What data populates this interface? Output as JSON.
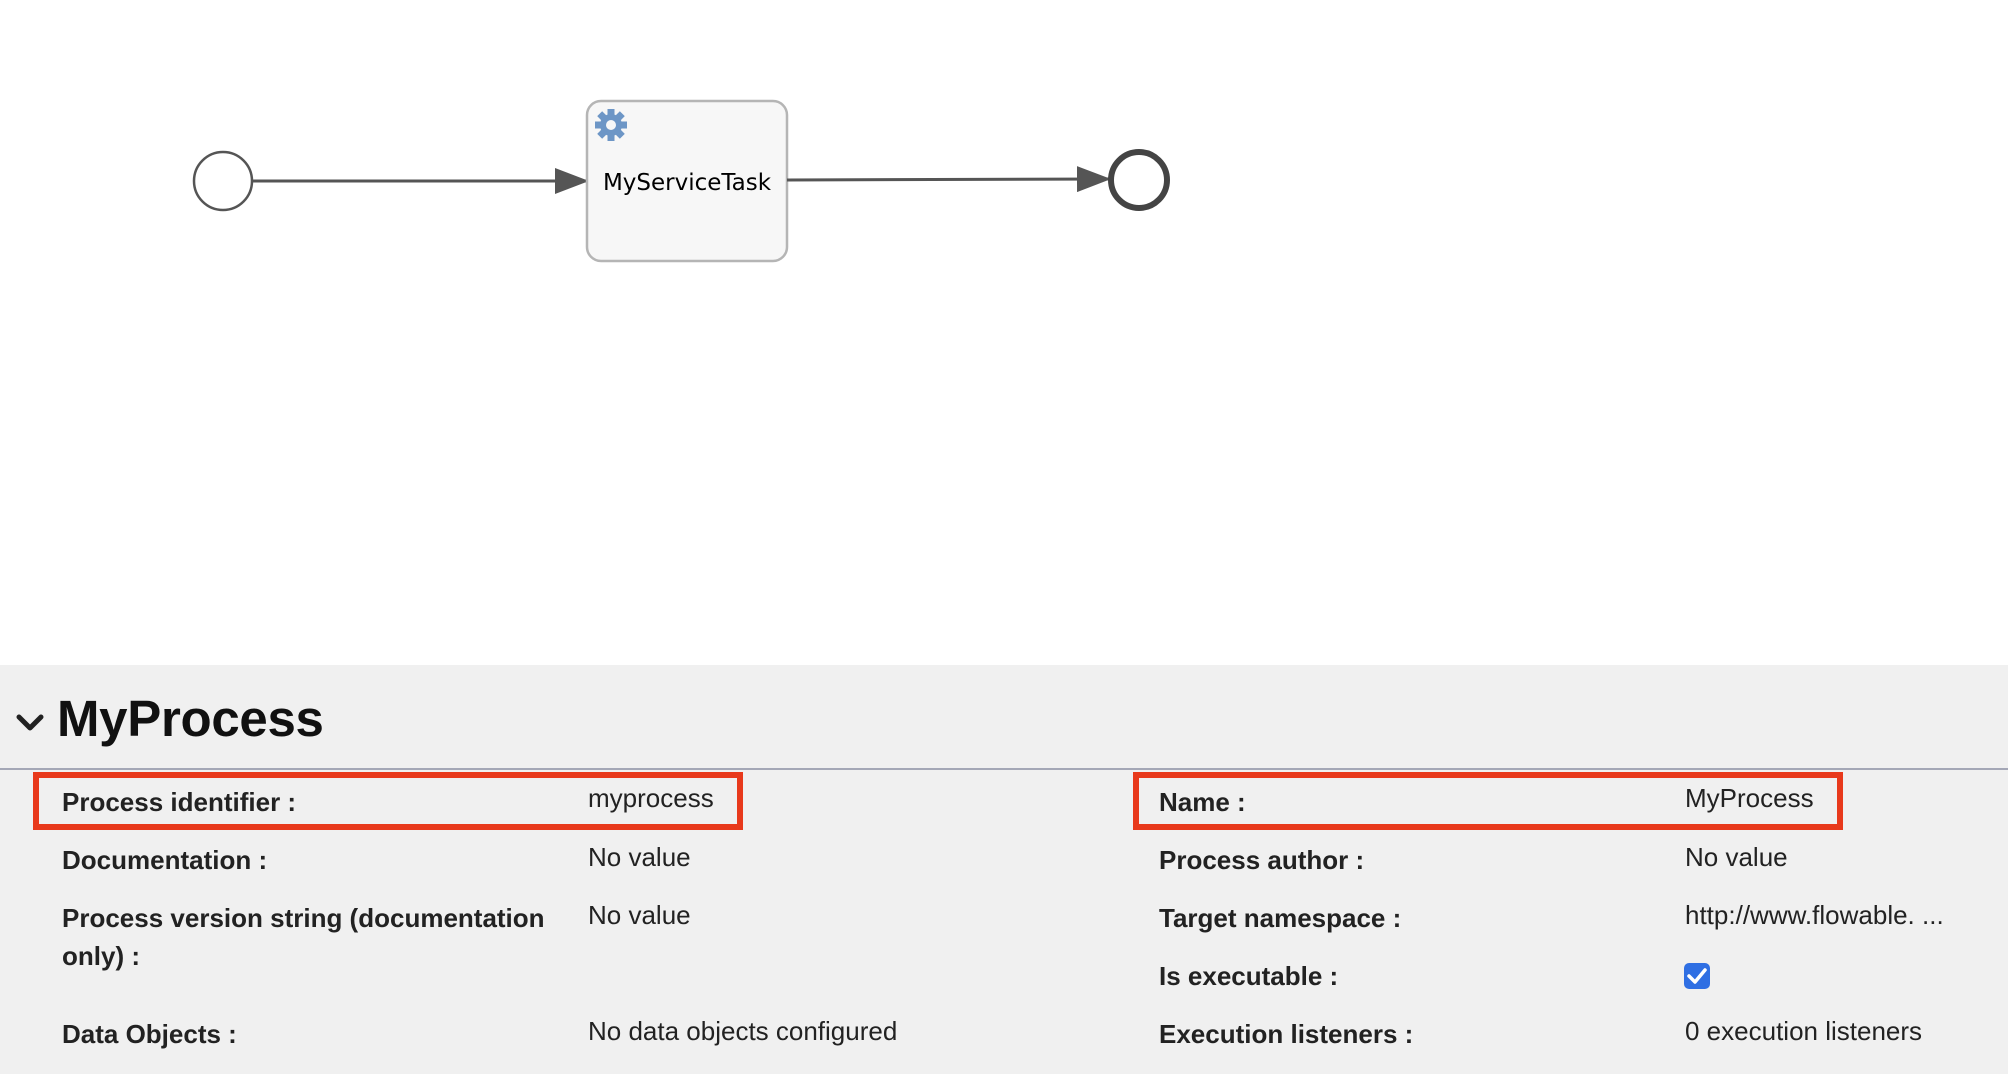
{
  "diagram": {
    "task": {
      "label": "MyServiceTask",
      "icon": "gear-icon"
    },
    "colors": {
      "task_fill": "#f7f7f7",
      "task_stroke": "#b5b5b5",
      "flow": "#555555",
      "gear": "#6d96c6"
    }
  },
  "properties": {
    "title": "MyProcess",
    "rows": {
      "process_identifier": {
        "label": "Process identifier :",
        "value": "myprocess"
      },
      "documentation": {
        "label": "Documentation :",
        "value": "No value"
      },
      "version_string": {
        "label": "Process version string (documentation only) :",
        "value": "No value"
      },
      "data_objects": {
        "label": "Data Objects :",
        "value": "No data objects configured"
      },
      "name": {
        "label": "Name :",
        "value": "MyProcess"
      },
      "process_author": {
        "label": "Process author :",
        "value": "No value"
      },
      "target_namespace": {
        "label": "Target namespace :",
        "value": "http://www.flowable. ..."
      },
      "is_executable": {
        "label": "Is executable :",
        "checked": true
      },
      "execution_listeners": {
        "label": "Execution listeners :",
        "value": "0 execution listeners"
      }
    },
    "colors": {
      "highlight": "#e8391b",
      "checkbox": "#2f6fe3",
      "panel_bg": "#f0f0f0"
    }
  }
}
